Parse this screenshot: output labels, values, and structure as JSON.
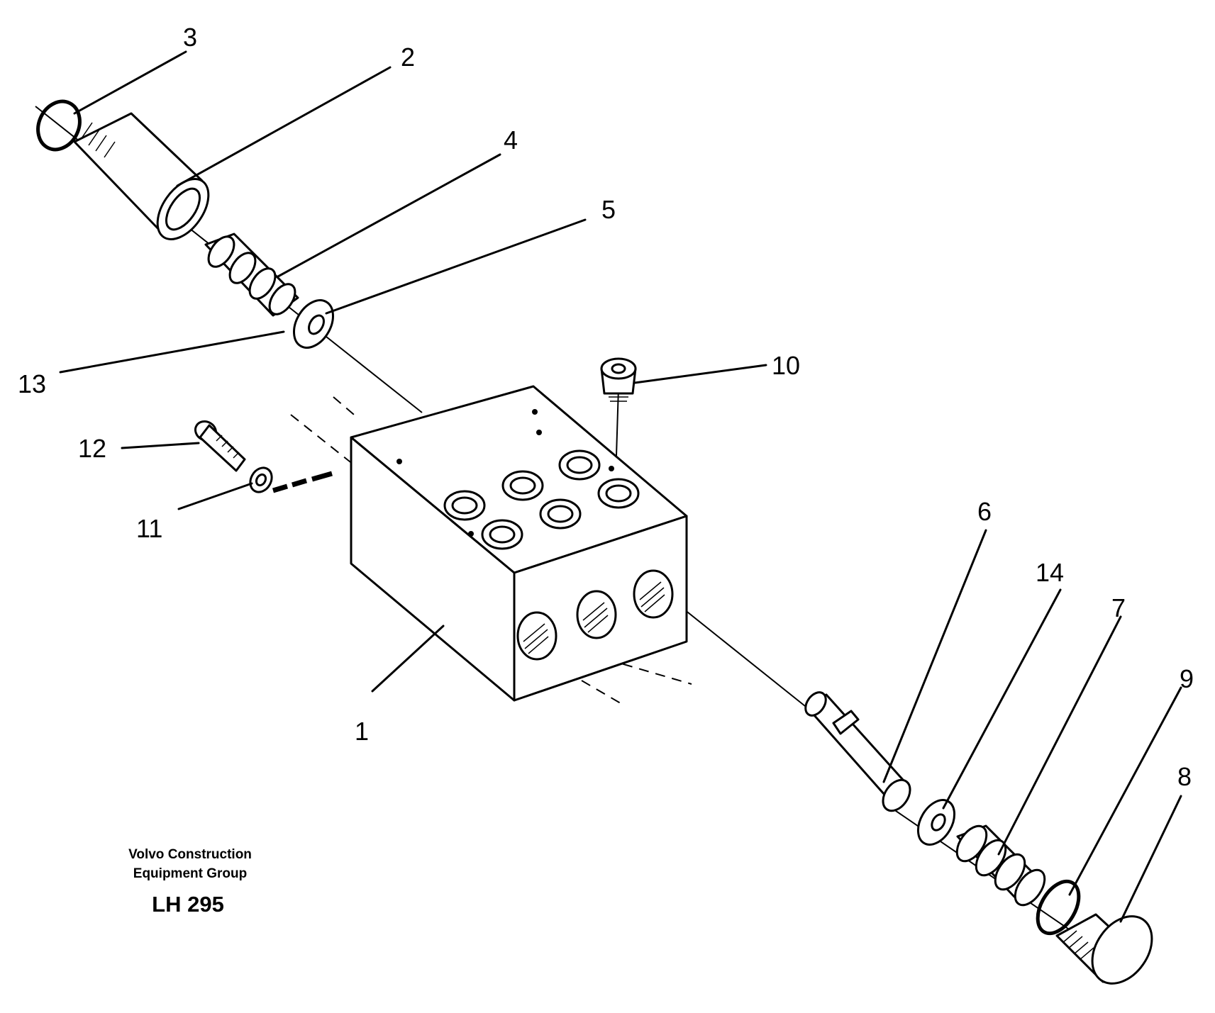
{
  "callouts": {
    "c1": "1",
    "c2": "2",
    "c3": "3",
    "c4": "4",
    "c5": "5",
    "c6": "6",
    "c7": "7",
    "c8": "8",
    "c9": "9",
    "c10": "10",
    "c11": "11",
    "c12": "12",
    "c13": "13",
    "c14": "14"
  },
  "footer": {
    "company_line1": "Volvo Construction",
    "company_line2": "Equipment Group",
    "drawing_code": "LH 295"
  }
}
